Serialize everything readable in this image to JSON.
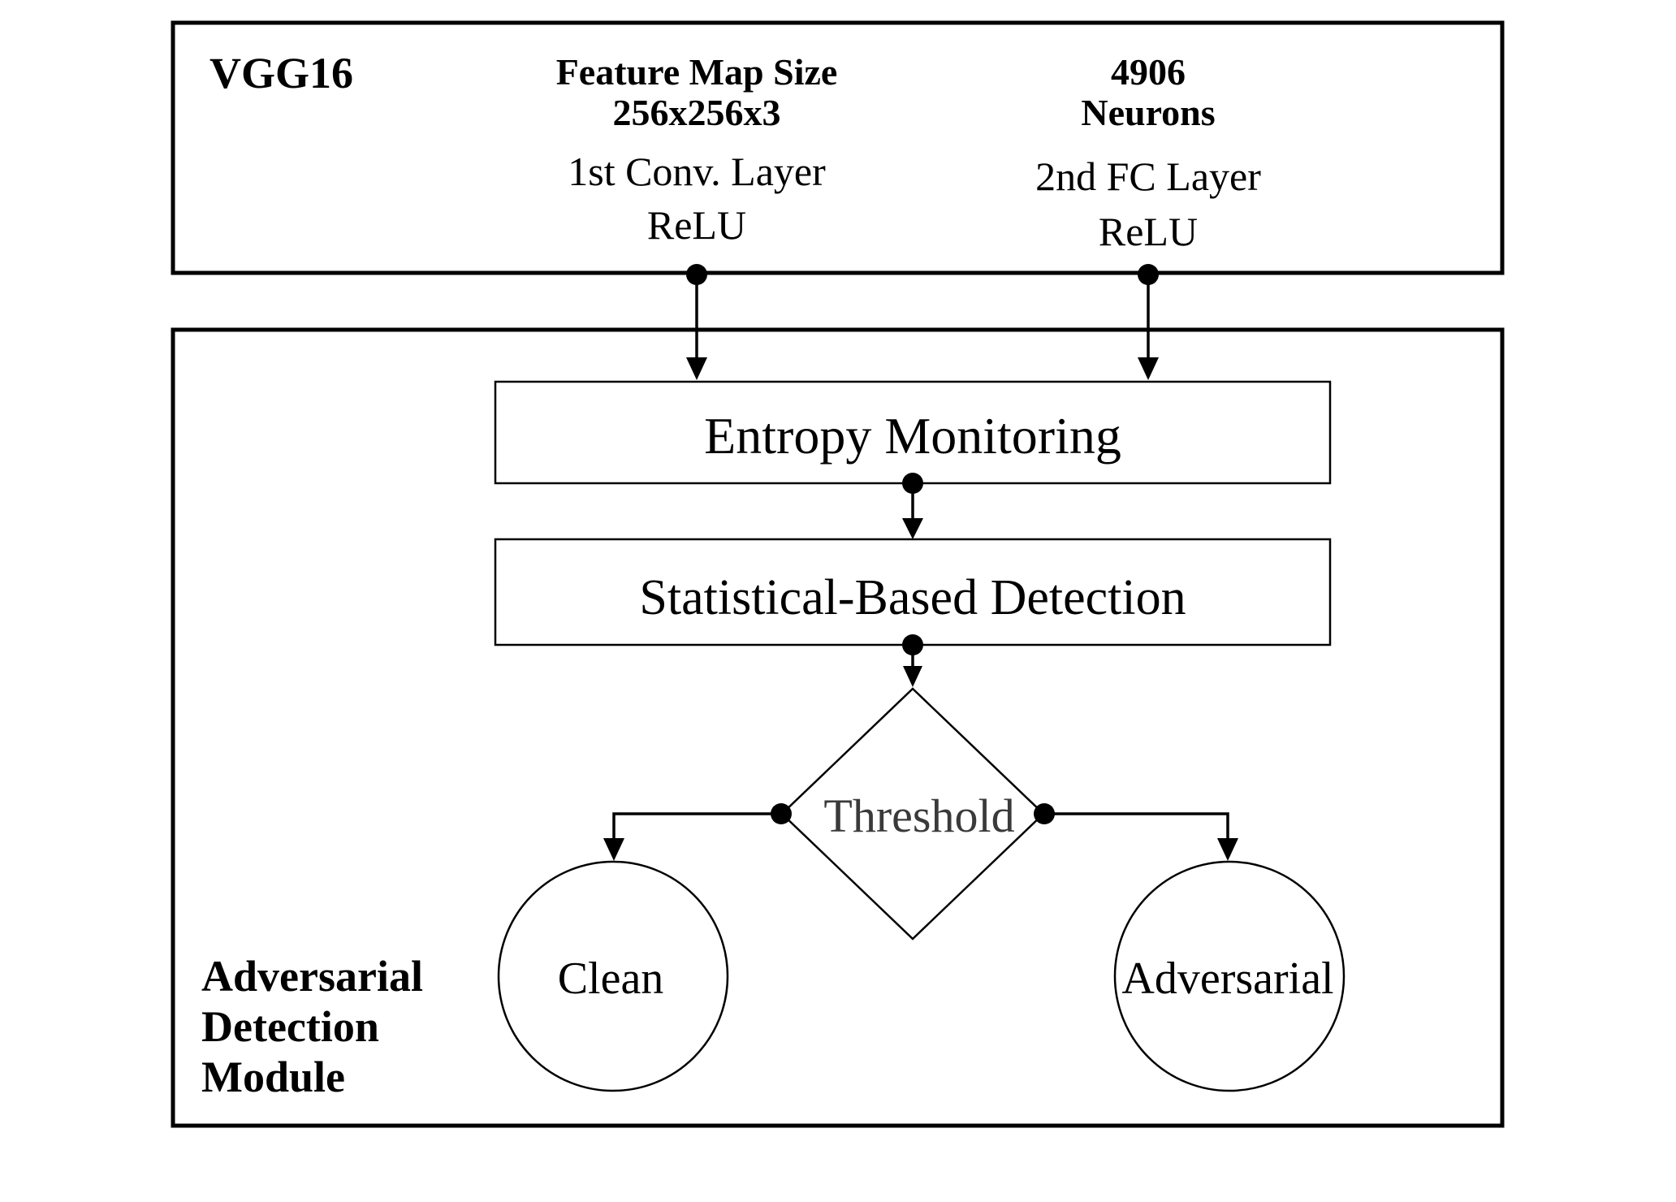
{
  "vgg": {
    "title": "VGG16",
    "conv": {
      "header_line1": "Feature Map Size",
      "header_line2": "256x256x3",
      "label_line1": "1st Conv. Layer",
      "label_line2": "ReLU"
    },
    "fc": {
      "header_line1": "4906",
      "header_line2": "Neurons",
      "label_line1": "2nd FC Layer",
      "label_line2": "ReLU"
    }
  },
  "module": {
    "title_line1": "Adversarial",
    "title_line2": "Detection",
    "title_line3": "Module",
    "entropy": "Entropy Monitoring",
    "statistical": "Statistical-Based Detection",
    "threshold": "Threshold",
    "clean": "Clean",
    "adversarial": "Adversarial"
  }
}
